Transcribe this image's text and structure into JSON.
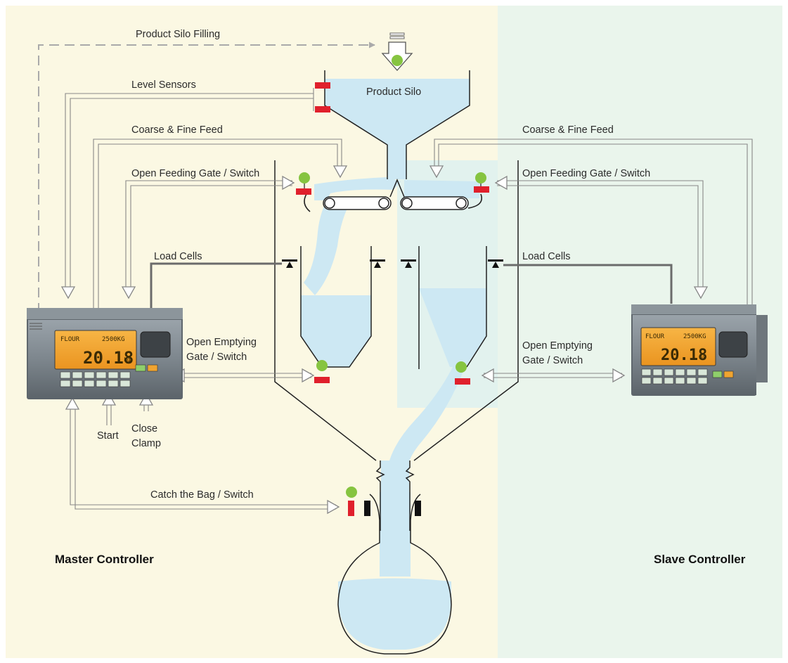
{
  "labels": {
    "product_silo_filling": "Product Silo Filling",
    "level_sensors": "Level Sensors",
    "product_silo": "Product Silo",
    "coarse_fine_feed_left": "Coarse & Fine Feed",
    "coarse_fine_feed_right": "Coarse & Fine Feed",
    "open_feeding_gate_left": "Open Feeding Gate / Switch",
    "open_feeding_gate_right": "Open Feeding Gate / Switch",
    "load_cells_left": "Load Cells",
    "load_cells_right": "Load Cells",
    "open_emptying_left_1": "Open Emptying",
    "open_emptying_left_2": "Gate / Switch",
    "open_emptying_right_1": "Open Emptying",
    "open_emptying_right_2": "Gate  / Switch",
    "start": "Start",
    "close_1": "Close",
    "close_2": "Clamp",
    "catch_the_bag": "Catch the Bag  / Switch",
    "master_controller": "Master Controller",
    "slave_controller": "Slave Controller"
  },
  "controller_display": {
    "product": "FLOUR",
    "setpoint": "2500KG",
    "weight": "20.18",
    "unit": "kg"
  },
  "colors": {
    "master_bg": "#fbf8e3",
    "slave_bg": "#eaf5ec",
    "product_fill": "#cde8f3",
    "sensor_red": "#e0202c",
    "indicator_green": "#86c440",
    "lcd_orange": "#f3a330"
  }
}
